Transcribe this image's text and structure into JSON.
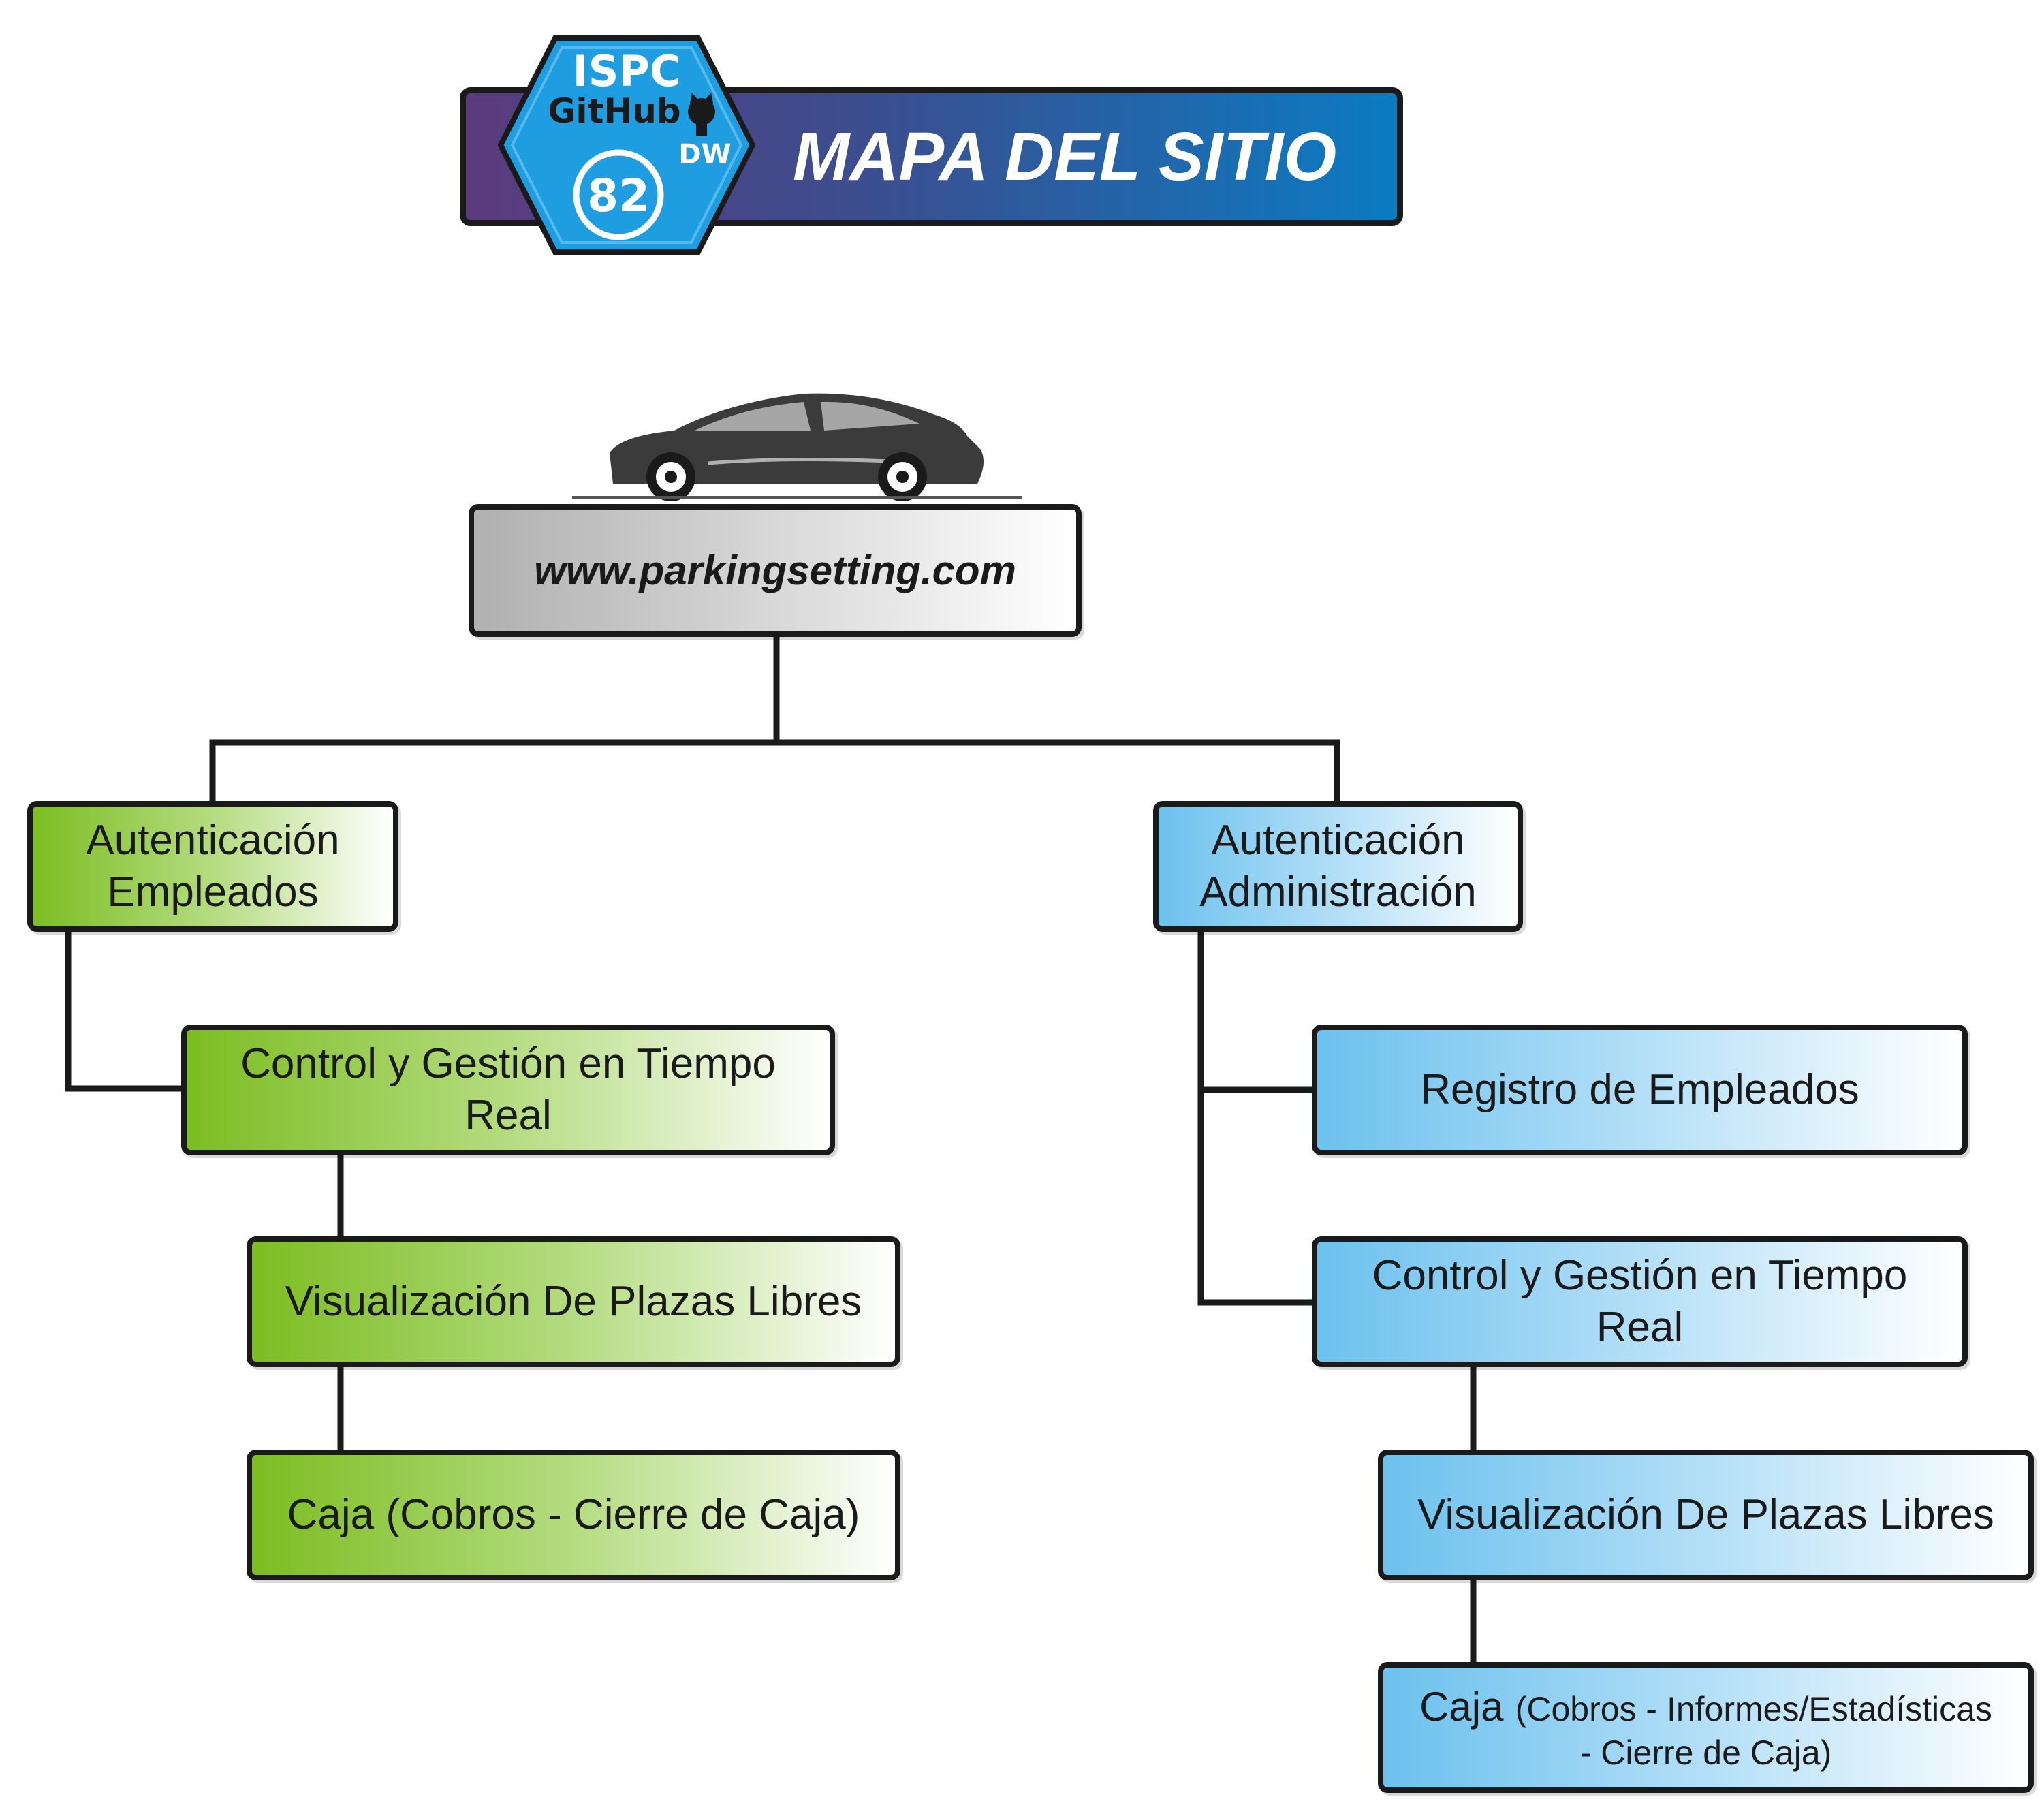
{
  "header": {
    "title": "MAPA DEL SITIO",
    "logo": {
      "line1": "ISPC",
      "line2": "GitHub",
      "number": "82",
      "suffix": "DW",
      "icon": "github-octocat-icon"
    },
    "colors": {
      "banner_start": "#5b3b7d",
      "banner_end": "#0b7bc2",
      "logo_blue": "#1e9de0"
    }
  },
  "illustration": {
    "icon": "sports-car-icon"
  },
  "root": {
    "label": "www.parkingsetting.com"
  },
  "employees": {
    "title_line1": "Autenticación",
    "title_line2": "Empleados",
    "items": [
      {
        "line1": "Control y Gestión en Tiempo",
        "line2": "Real"
      },
      {
        "label": "Visualización De Plazas Libres"
      },
      {
        "label": "Caja (Cobros - Cierre de Caja)"
      }
    ],
    "color": "#7cbd22"
  },
  "admin": {
    "title_line1": "Autenticación",
    "title_line2": "Administración",
    "items": [
      {
        "label": "Registro de Empleados"
      },
      {
        "line1": "Control y Gestión en Tiempo",
        "line2": "Real"
      },
      {
        "label": "Visualización De Plazas Libres"
      },
      {
        "main": "Caja",
        "detail1": "(Cobros - Informes/Estadísticas",
        "detail2": "- Cierre de Caja)"
      }
    ],
    "color": "#6cc1ee"
  }
}
